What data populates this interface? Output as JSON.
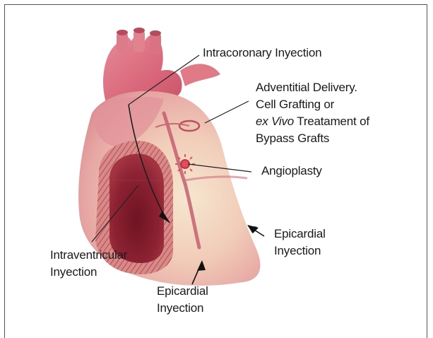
{
  "labels": {
    "intracoronary": "Intracoronary Inyection",
    "adventitial_l1": "Adventitial Delivery.",
    "adventitial_l2": "Cell Grafting or",
    "adventitial_l3_italic": "ex Vivo",
    "adventitial_l3_rest": " Treatament of",
    "adventitial_l4": "Bypass Grafts",
    "angioplasty": "Angioplasty",
    "epicardial_right_l1": "Epicardial",
    "epicardial_right_l2": "Inyection",
    "intraventricular_l1": "Intraventricular",
    "intraventricular_l2": "Inyection",
    "epicardial_bottom_l1": "Epicardial",
    "epicardial_bottom_l2": "Inyection"
  },
  "colors": {
    "heart_outer": "#e8a7a6",
    "heart_light": "#f2d6c2",
    "heart_shadow": "#c9797e",
    "ventricle_inner": "#8e1f2e",
    "ventricle_wall": "#d98988",
    "leader_line": "#222222"
  }
}
